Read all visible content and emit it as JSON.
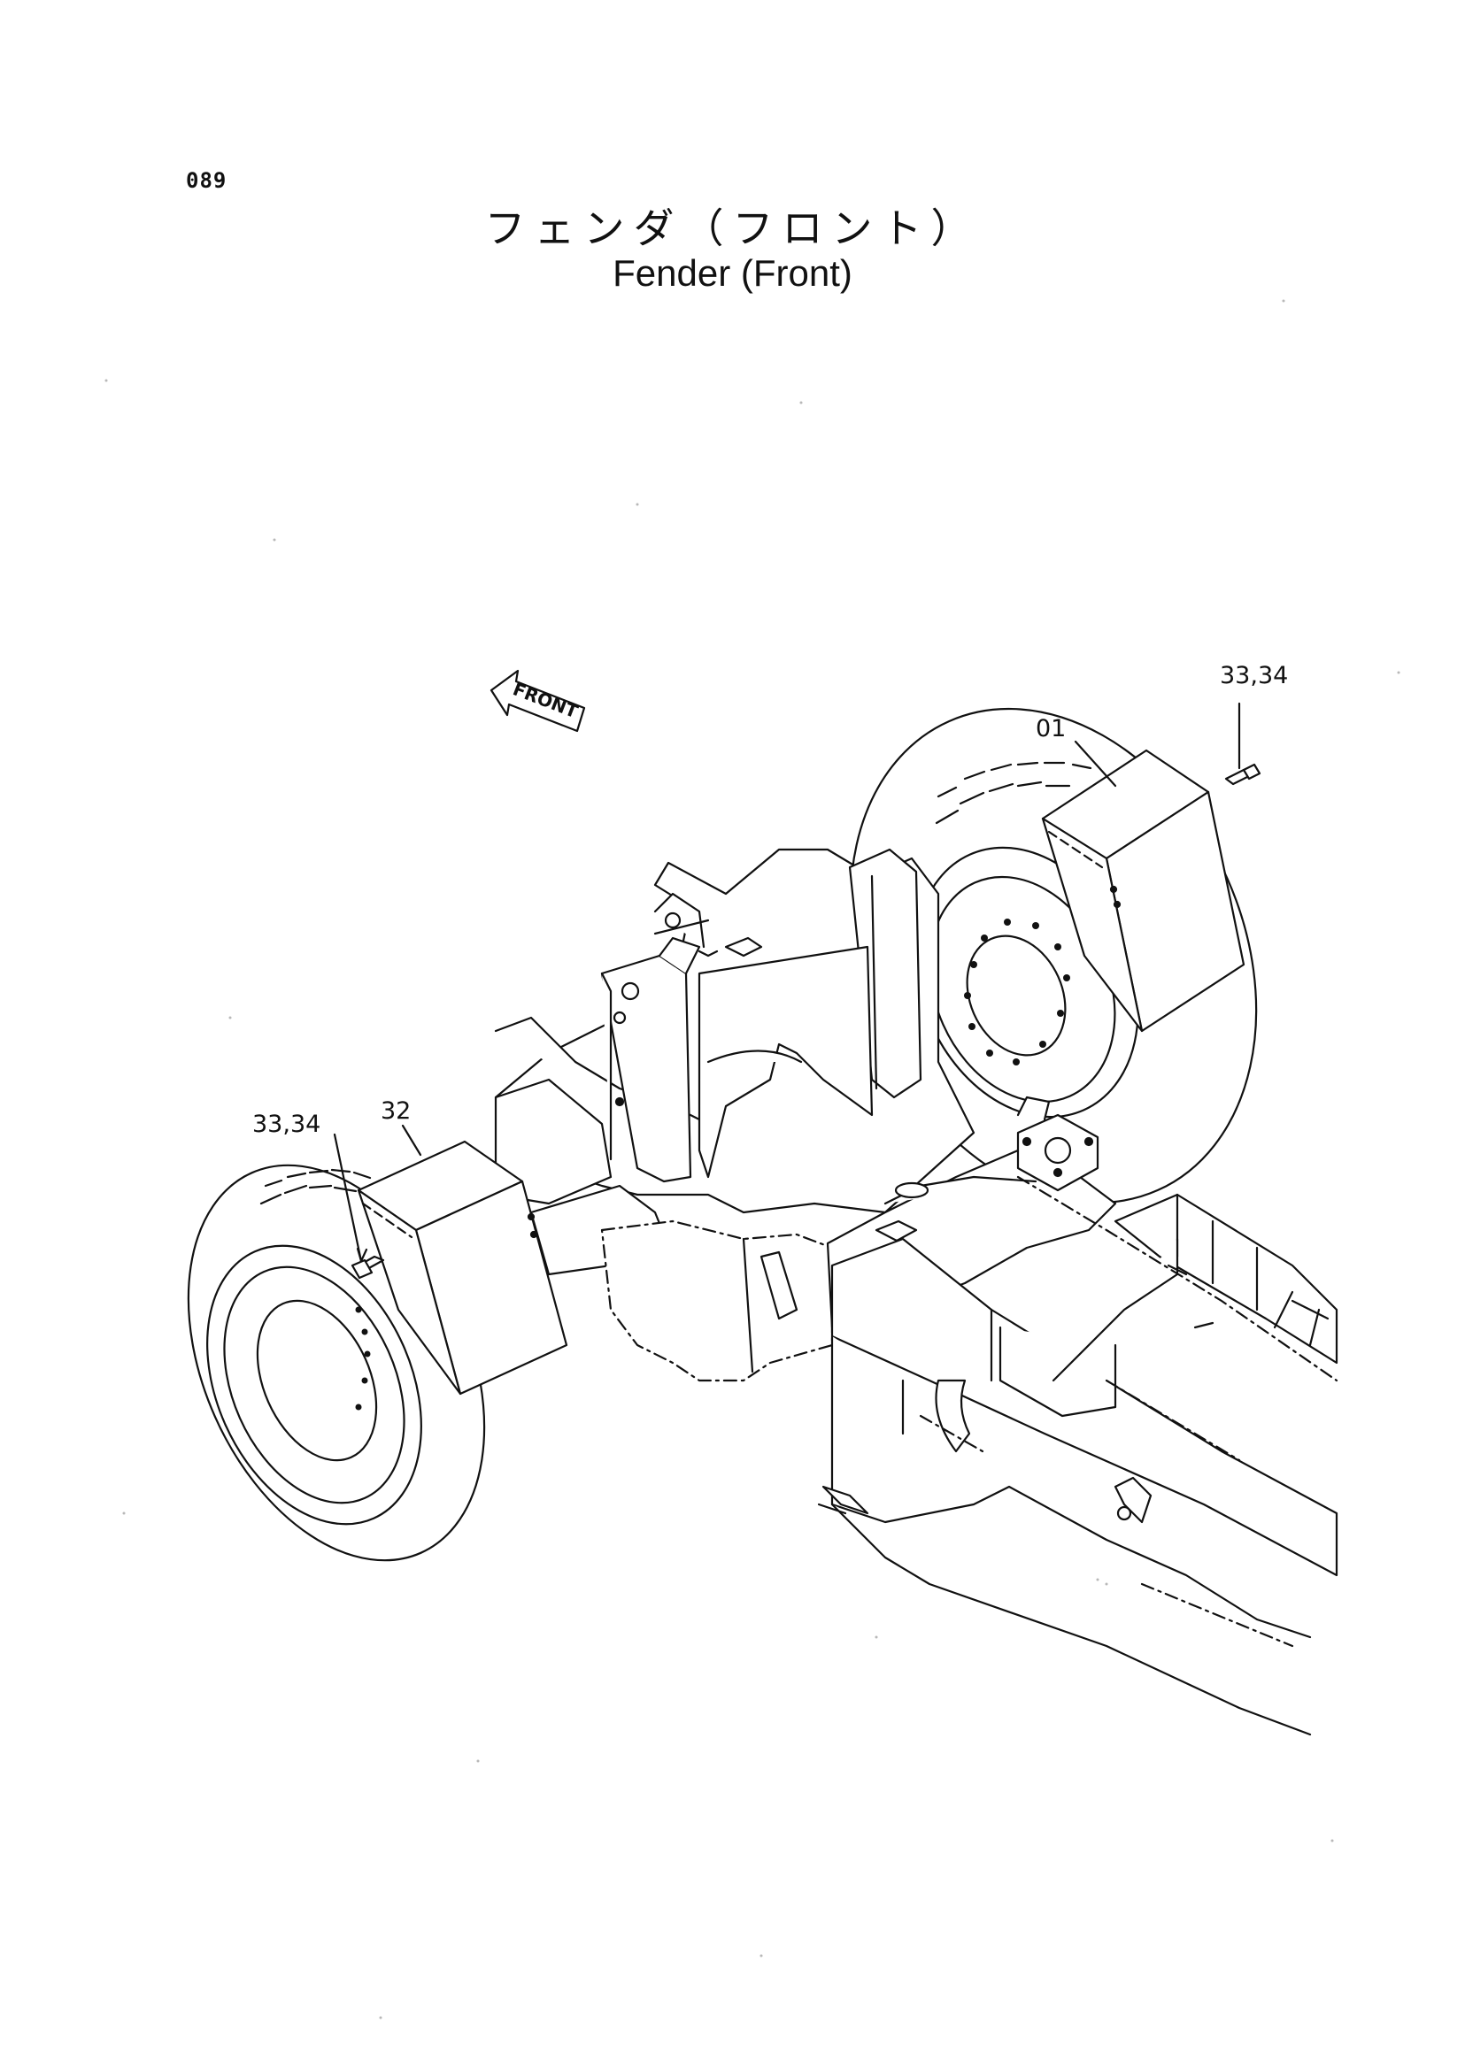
{
  "page": {
    "number": "089"
  },
  "title": {
    "japanese": "フェンダ（フロント）",
    "english": "Fender (Front)"
  },
  "direction_arrow": {
    "label": "FRONT"
  },
  "callouts": {
    "right_fender": "01",
    "right_bolts": "33,34",
    "left_fender": "32",
    "left_bolts": "33,34"
  },
  "colors": {
    "line": "#111111",
    "background": "#ffffff"
  }
}
